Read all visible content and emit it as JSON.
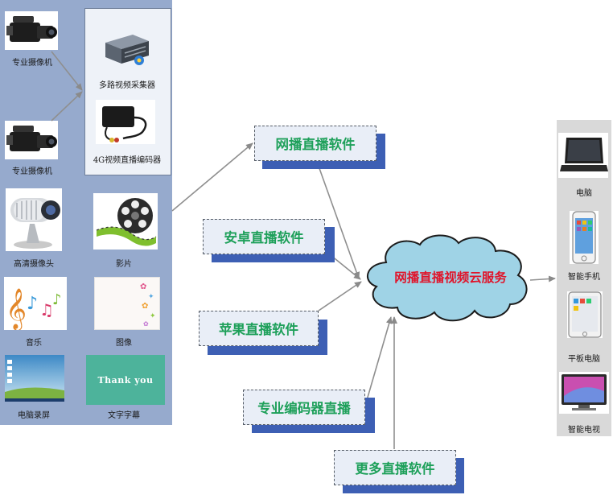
{
  "sources": {
    "camera_pro_1": "专业摄像机",
    "camera_pro_2": "专业摄像机",
    "multi_capture": "多路视频采集器",
    "encoder_4g": "4G视频直播编码器",
    "hd_camera": "高清摄像头",
    "film": "影片",
    "music": "音乐",
    "image": "图像",
    "screen_record": "电脑录屏",
    "subtitle": "文字字幕",
    "subtitle_sample": "Thank you"
  },
  "software": {
    "web": "网播直播软件",
    "android": "安卓直播软件",
    "apple": "苹果直播软件",
    "encoder": "专业编码器直播",
    "more": "更多直播软件"
  },
  "cloud": {
    "label": "网播直播视频云服务"
  },
  "devices": {
    "pc": "电脑",
    "phone": "智能手机",
    "tablet": "平板电脑",
    "tv": "智能电视"
  },
  "colors": {
    "panel": "#96aacd",
    "software_text": "#1ea05a",
    "software_shadow": "#3d5fb4",
    "cloud_fill": "#9fd3e6",
    "cloud_text": "#e0142a"
  }
}
